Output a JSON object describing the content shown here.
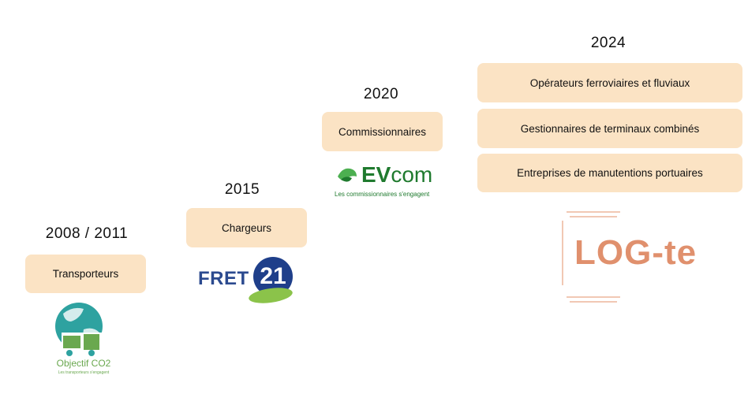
{
  "steps": [
    {
      "year": "2008 / 2011",
      "actor": "Transporteurs"
    },
    {
      "year": "2015",
      "actor": "Chargeurs"
    },
    {
      "year": "2020",
      "actor": "Commissionnaires"
    },
    {
      "year": "2024",
      "actors": [
        "Opérateurs ferroviaires et fluviaux",
        "Gestionnaires de terminaux combinés",
        "Entreprises de manutentions portuaires"
      ]
    }
  ],
  "logos": {
    "objectif_co2": {
      "name": "Objectif CO2",
      "tagline": "Les transporteurs s'engagent",
      "icon": "globe-truck-icon",
      "color": "#6aa84f"
    },
    "fret21": {
      "name": "FRET",
      "number": "21",
      "icon": "leaf-icon",
      "color": "#2b4a8f"
    },
    "evcom": {
      "name_bold": "EV",
      "name_rest": "com",
      "tagline": "Les commissionnaires s'engagent",
      "icon": "handshake-icon",
      "color": "#1f7a2e"
    },
    "logte": {
      "name": "LOG-te",
      "color": "#e0906d"
    }
  },
  "colors": {
    "box": "#fbe3c4"
  }
}
